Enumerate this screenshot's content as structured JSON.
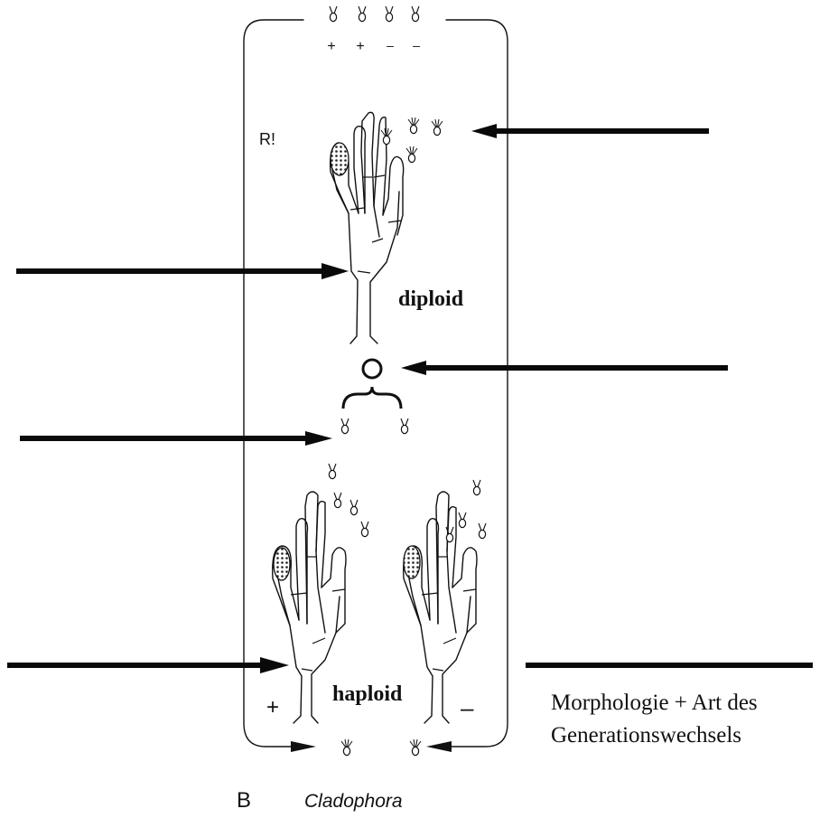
{
  "labels": {
    "repro": "R!",
    "diploid": "diploid",
    "haploid": "haploid",
    "plus": "+",
    "minus": "–",
    "zoo_plus_1": "+",
    "zoo_plus_2": "+",
    "zoo_minus_1": "–",
    "zoo_minus_2": "–",
    "caption_line1": "Morphologie + Art des",
    "caption_line2": "Generationswechsels",
    "panel_letter": "B",
    "genus": "Cladophora"
  },
  "colors": {
    "ink": "#111111",
    "arrow": "#0a0a0a",
    "background": "#ffffff"
  }
}
